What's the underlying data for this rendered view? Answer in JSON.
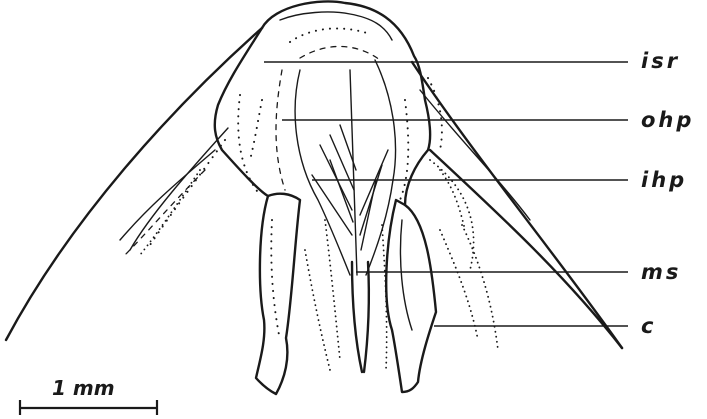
{
  "figure": {
    "labels": {
      "isr": "isr",
      "ohp": "ohp",
      "ihp": "ihp",
      "ms": "ms",
      "c": "c"
    },
    "scale_bar": {
      "label": "1 mm"
    }
  }
}
